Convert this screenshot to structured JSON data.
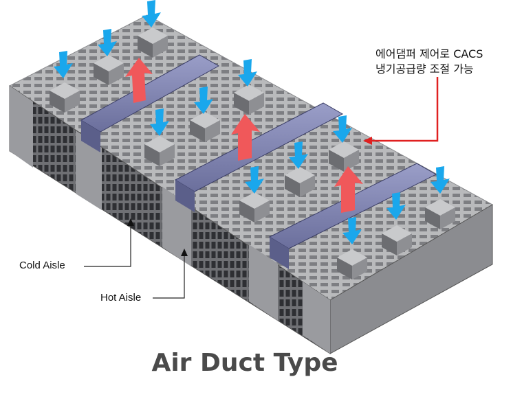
{
  "title": "Air Duct Type",
  "labels": {
    "cold_aisle": "Cold Aisle",
    "hot_aisle": "Hot Aisle",
    "control_line1": "에어댐퍼 제어로 CACS",
    "control_line2": "냉기공급량 조절 가능"
  },
  "colors": {
    "cold_air": "#1aa7ec",
    "hot_air": "#f0585a",
    "callout": "#e02020",
    "title": "#4a4a4a"
  },
  "icons": {
    "cold_air": "down-arrow-icon",
    "hot_air": "up-arrow-icon"
  }
}
